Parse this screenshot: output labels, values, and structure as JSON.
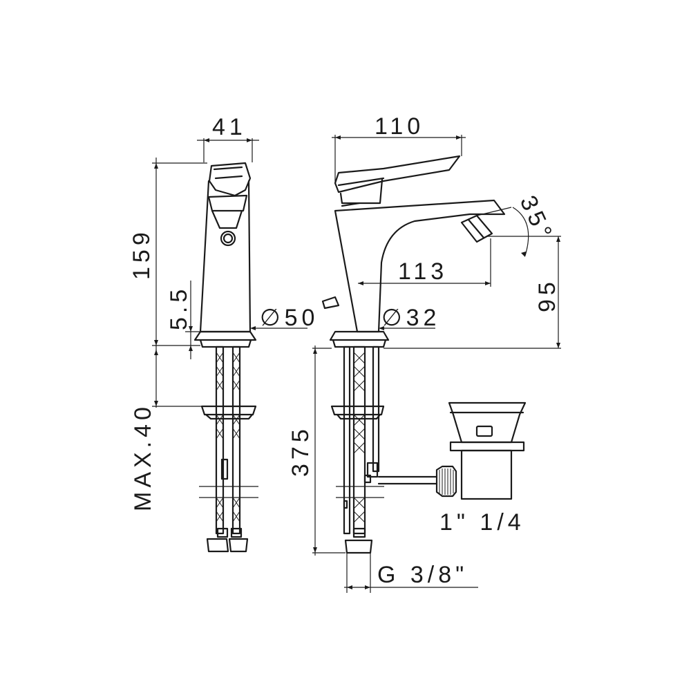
{
  "dimensions": {
    "front_width": "41",
    "side_reach": "110",
    "height": "159",
    "base_height": "5.5",
    "base_diameter": "∅50",
    "spout_diameter": "∅32",
    "spout_reach": "113",
    "spout_angle": "35°",
    "spout_height": "95",
    "max_deck": "MAX.40",
    "hose_length": "375",
    "waste_size": "1\" 1/4",
    "connection_thread": "G 3/8\""
  }
}
